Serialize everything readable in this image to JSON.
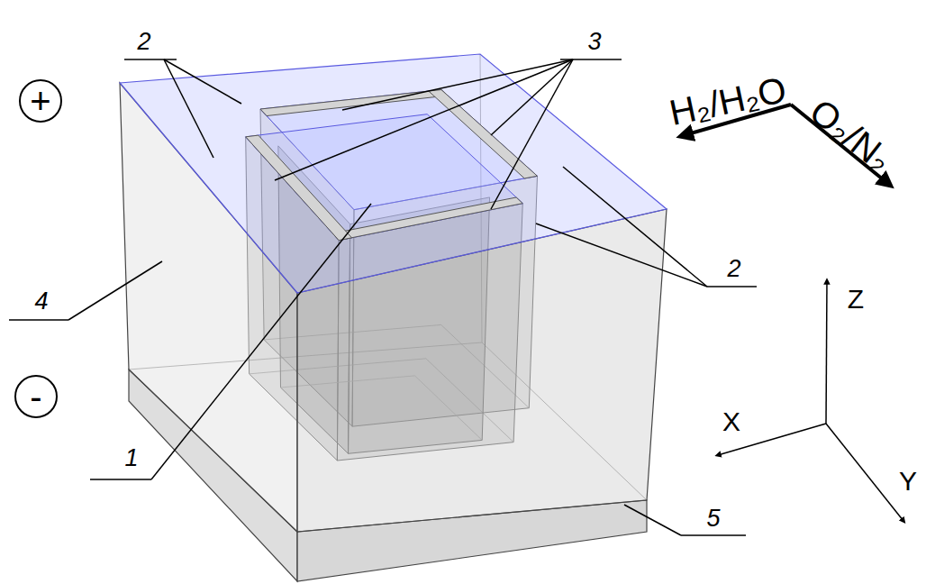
{
  "diagram": {
    "nodes": [
      {
        "text": [
          "+"
        ]
      },
      {
        "text": [
          "-"
        ]
      }
    ],
    "labels": [
      "2",
      "3",
      "H₂/H₂O",
      "O₂/N₂",
      "2",
      "4",
      "Z",
      "X",
      "1",
      "Y",
      "5"
    ]
  }
}
